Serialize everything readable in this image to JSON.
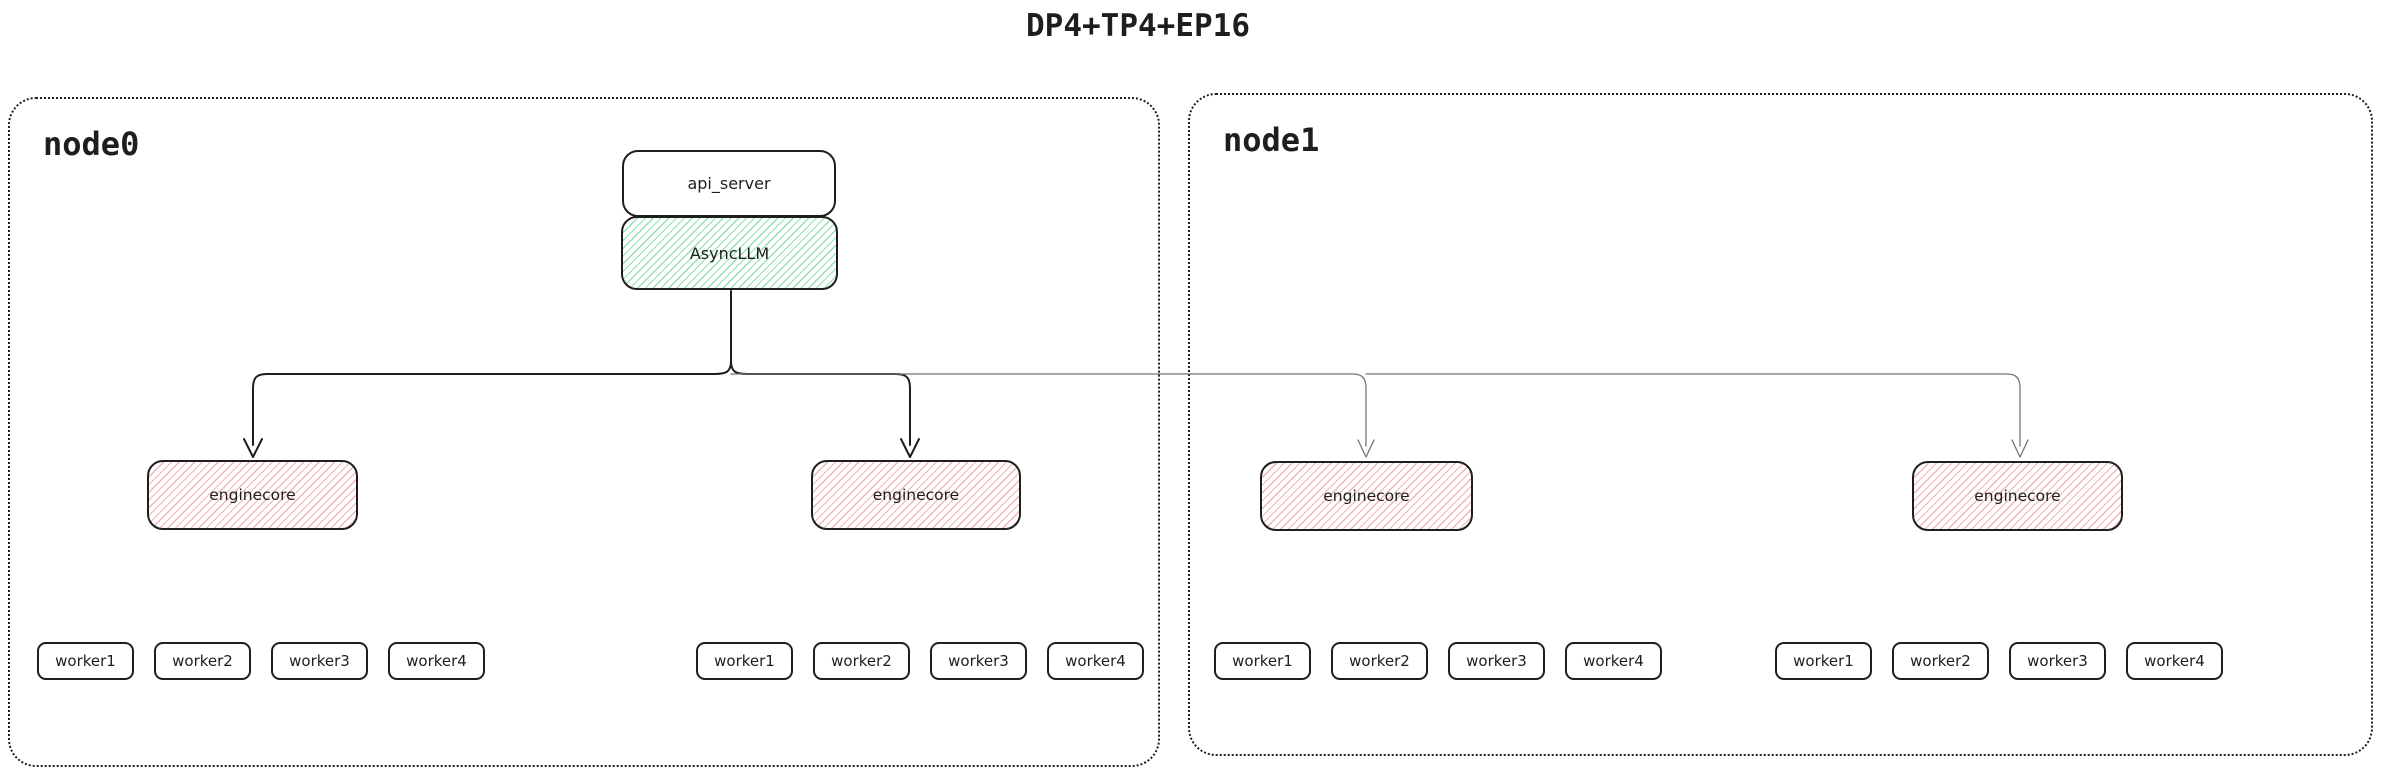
{
  "title": "DP4+TP4+EP16",
  "colors": {
    "ink": "#1e1e1e",
    "background": "#ffffff",
    "green_hatch_line": "#8fe3ad",
    "red_hatch_line": "#f1b5b2",
    "thin_connector": "#757575"
  },
  "nodes": [
    {
      "label": "node0",
      "api_server_label": "api_server",
      "async_llm_label": "AsyncLLM",
      "enginecore_labels": [
        "enginecore",
        "enginecore"
      ],
      "worker_groups": [
        [
          "worker1",
          "worker2",
          "worker3",
          "worker4"
        ],
        [
          "worker1",
          "worker2",
          "worker3",
          "worker4"
        ]
      ]
    },
    {
      "label": "node1",
      "enginecore_labels": [
        "enginecore",
        "enginecore"
      ],
      "worker_groups": [
        [
          "worker1",
          "worker2",
          "worker3",
          "worker4"
        ],
        [
          "worker1",
          "worker2",
          "worker3",
          "worker4"
        ]
      ]
    }
  ]
}
